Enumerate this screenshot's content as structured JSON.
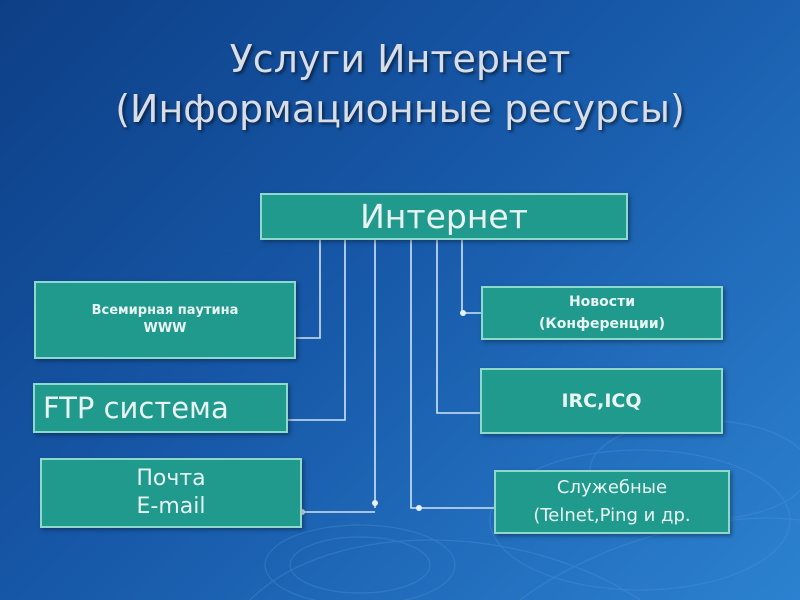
{
  "slide": {
    "title_line1": "Услуги Интернет",
    "title_line2": "(Информационные ресурсы)"
  },
  "diagram": {
    "root": "Интернет",
    "left": [
      {
        "line1": "Всемирная паутина",
        "line2": "WWW"
      },
      {
        "line1": "FTP система",
        "line2": ""
      },
      {
        "line1": "Почта",
        "line2": "E-mail"
      }
    ],
    "right": [
      {
        "line1": "Новости",
        "line2": "(Конференции)"
      },
      {
        "line1": "IRC,ICQ",
        "line2": ""
      },
      {
        "line1": "Служебные",
        "line2": "(Telnet,Ping и др."
      }
    ]
  }
}
